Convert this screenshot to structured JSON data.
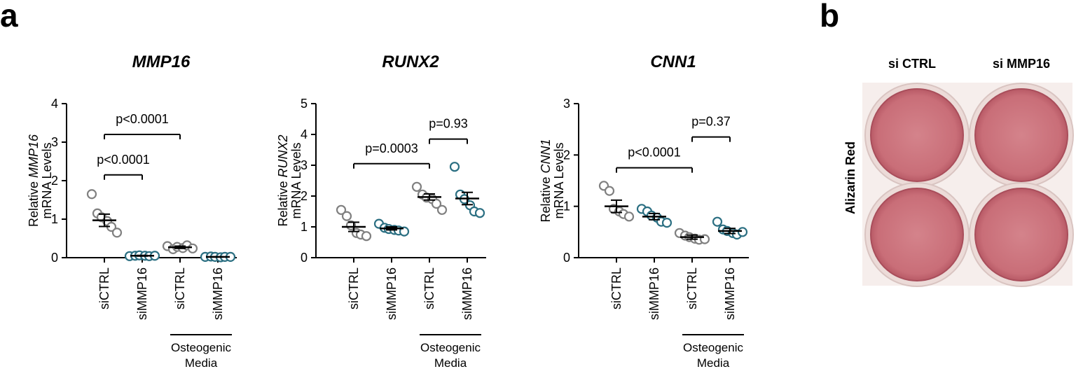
{
  "panel_labels": {
    "a": "a",
    "b": "b"
  },
  "colors": {
    "ctrl_points": "#808080",
    "si_points": "#2b6f82",
    "axis": "#000000",
    "well_fill": "#c9707a",
    "well_rim": "#ecdbd8",
    "plate_bg": "#f6eeec"
  },
  "condition_label": "Osteogenic Media",
  "chart_data": [
    {
      "type": "scatter",
      "title": "MMP16",
      "ylabel_prefix": "Relative",
      "ylabel_gene": "MMP16",
      "ylabel_suffix": "mRNA Levels",
      "ylim": [
        0,
        4
      ],
      "yticks": [
        "0",
        "1",
        "2",
        "3",
        "4"
      ],
      "categories": [
        "siCTRL",
        "siMMP16",
        "siCTRL",
        "siMMP16"
      ],
      "groups": [
        {
          "label": "siCTRL",
          "color": "ctrl",
          "mean": 0.97,
          "sem": 0.16,
          "points": [
            1.65,
            1.15,
            1.05,
            0.95,
            0.8,
            0.65
          ]
        },
        {
          "label": "siMMP16",
          "color": "si",
          "mean": 0.05,
          "sem": 0.01,
          "points": [
            0.04,
            0.05,
            0.06,
            0.05,
            0.04,
            0.05
          ]
        },
        {
          "label": "siCTRL",
          "color": "ctrl",
          "mean": 0.27,
          "sem": 0.03,
          "points": [
            0.3,
            0.22,
            0.28,
            0.25,
            0.32,
            0.24
          ]
        },
        {
          "label": "siMMP16",
          "color": "si",
          "mean": 0.02,
          "sem": 0.005,
          "points": [
            0.02,
            0.03,
            0.02,
            0.01,
            0.02,
            0.02
          ]
        }
      ],
      "comparisons": [
        {
          "from": 0,
          "to": 2,
          "y": 3.2,
          "label": "p<0.0001"
        },
        {
          "from": 0,
          "to": 1,
          "y": 2.15,
          "label": "p<0.0001"
        }
      ],
      "condition_span": [
        2,
        3
      ]
    },
    {
      "type": "scatter",
      "title": "RUNX2",
      "ylabel_prefix": "Relative",
      "ylabel_gene": "RUNX2",
      "ylabel_suffix": "mRNA Levels",
      "ylim": [
        0,
        5
      ],
      "yticks": [
        "0",
        "1",
        "2",
        "3",
        "4",
        "5"
      ],
      "categories": [
        "siCTRL",
        "siMMP16",
        "siCTRL",
        "siMMP16"
      ],
      "groups": [
        {
          "label": "siCTRL",
          "color": "ctrl",
          "mean": 1.0,
          "sem": 0.15,
          "points": [
            1.55,
            1.35,
            1.05,
            0.8,
            0.75,
            0.7
          ]
        },
        {
          "label": "siMMP16",
          "color": "si",
          "mean": 0.95,
          "sem": 0.05,
          "points": [
            1.1,
            0.97,
            0.93,
            0.9,
            0.88,
            0.85
          ]
        },
        {
          "label": "siCTRL",
          "color": "ctrl",
          "mean": 1.97,
          "sem": 0.1,
          "points": [
            2.3,
            2.05,
            1.95,
            1.9,
            1.75,
            1.55
          ]
        },
        {
          "label": "siMMP16",
          "color": "si",
          "mean": 1.92,
          "sem": 0.2,
          "points": [
            2.95,
            2.05,
            1.9,
            1.7,
            1.5,
            1.45
          ]
        }
      ],
      "comparisons": [
        {
          "from": 0,
          "to": 2,
          "y": 3.05,
          "label": "p=0.0003"
        },
        {
          "from": 2,
          "to": 3,
          "y": 3.85,
          "label": "p=0.93"
        }
      ],
      "condition_span": [
        2,
        3
      ]
    },
    {
      "type": "scatter",
      "title": "CNN1",
      "ylabel_prefix": "Relative",
      "ylabel_gene": "CNN1",
      "ylabel_suffix": "mRNA Levels",
      "ylim": [
        0,
        3
      ],
      "yticks": [
        "0",
        "1",
        "2",
        "3"
      ],
      "categories": [
        "siCTRL",
        "siMMP16",
        "siCTRL",
        "siMMP16"
      ],
      "groups": [
        {
          "label": "siCTRL",
          "color": "ctrl",
          "mean": 1.0,
          "sem": 0.12,
          "points": [
            1.4,
            1.3,
            0.95,
            0.9,
            0.85,
            0.8
          ]
        },
        {
          "label": "siMMP16",
          "color": "si",
          "mean": 0.8,
          "sem": 0.06,
          "points": [
            0.95,
            0.9,
            0.82,
            0.78,
            0.7,
            0.68
          ]
        },
        {
          "label": "siCTRL",
          "color": "ctrl",
          "mean": 0.4,
          "sem": 0.04,
          "points": [
            0.48,
            0.43,
            0.4,
            0.37,
            0.35,
            0.36
          ]
        },
        {
          "label": "siMMP16",
          "color": "si",
          "mean": 0.52,
          "sem": 0.05,
          "points": [
            0.7,
            0.55,
            0.52,
            0.48,
            0.45,
            0.5
          ]
        }
      ],
      "comparisons": [
        {
          "from": 0,
          "to": 2,
          "y": 1.75,
          "label": "p<0.0001"
        },
        {
          "from": 2,
          "to": 3,
          "y": 2.35,
          "label": "p=0.37"
        }
      ],
      "condition_span": [
        2,
        3
      ]
    }
  ],
  "panel_b": {
    "column_labels": [
      "si CTRL",
      "si MMP16"
    ],
    "row_label": "Alizarin Red"
  }
}
